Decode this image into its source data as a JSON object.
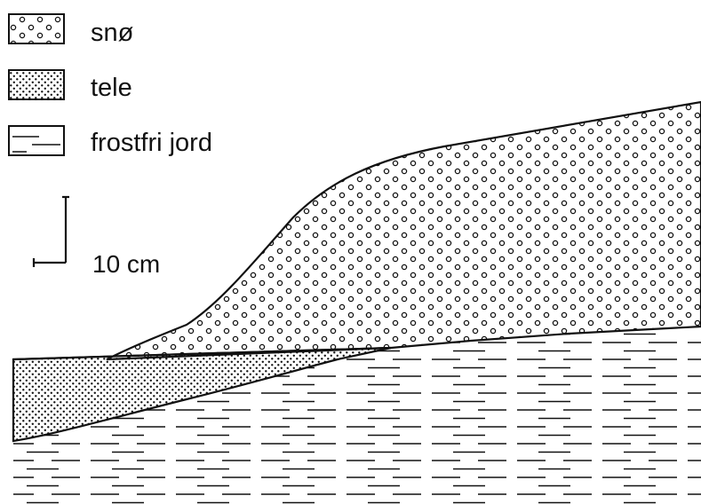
{
  "legend": {
    "items": [
      {
        "key": "snow",
        "label": "snø"
      },
      {
        "key": "frozen-ground",
        "label": "tele"
      },
      {
        "key": "unfrozen-ground",
        "label": "frostfri jord"
      }
    ]
  },
  "scale_bar": {
    "label": "10 cm"
  },
  "colors": {
    "ink": "#111111",
    "background": "#ffffff"
  }
}
